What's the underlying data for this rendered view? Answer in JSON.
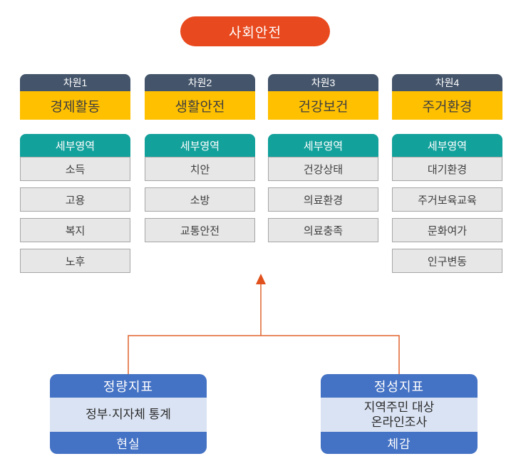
{
  "title": {
    "label": "사회안전"
  },
  "columns": [
    {
      "dimension": "차원1",
      "category": "경제활동",
      "detail_header": "세부영역",
      "items": [
        "소득",
        "고용",
        "복지",
        "노후"
      ]
    },
    {
      "dimension": "차원2",
      "category": "생활안전",
      "detail_header": "세부영역",
      "items": [
        "치안",
        "소방",
        "교통안전"
      ]
    },
    {
      "dimension": "차원3",
      "category": "건강보건",
      "detail_header": "세부영역",
      "items": [
        "건강상태",
        "의료환경",
        "의료충족"
      ]
    },
    {
      "dimension": "차원4",
      "category": "주거환경",
      "detail_header": "세부영역",
      "items": [
        "대기환경",
        "주거보육교육",
        "문화여가",
        "인구변동"
      ]
    }
  ],
  "indicators": [
    {
      "header": "정량지표",
      "body": "정부·지자체 통계",
      "footer": "현실"
    },
    {
      "header": "정성지표",
      "body": "지역주민 대상\n온라인조사",
      "footer": "체감"
    }
  ],
  "colors": {
    "title_bg": "#e8491e",
    "dimension_header_bg": "#44546a",
    "dimension_body_bg": "#ffc000",
    "detail_header_bg": "#13a19c",
    "item_bg": "#e8e7e7",
    "item_border": "#a6a6a6",
    "indicator_bg": "#4472c4",
    "indicator_body_bg": "#dae3f3",
    "arrow": "#e0622d"
  }
}
